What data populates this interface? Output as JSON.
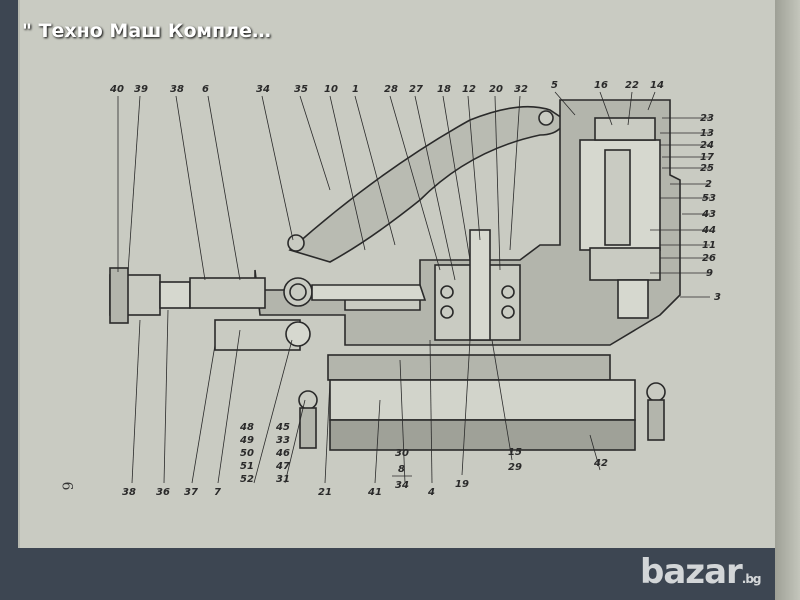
{
  "title": "\" Техно Маш Компле…",
  "page_number": "6",
  "watermark": {
    "main": "bazar",
    "suffix": ".bg"
  },
  "colors": {
    "paper": "#c9cbc2",
    "ink": "#2a2a2a",
    "background": "#3d4652"
  },
  "callouts_top": [
    "40",
    "39",
    "38",
    "6",
    "34",
    "35",
    "10",
    "1",
    "28",
    "27",
    "18",
    "12",
    "20",
    "32",
    "5",
    "16",
    "22",
    "14"
  ],
  "callouts_right": [
    "23",
    "13",
    "24",
    "17",
    "25",
    "2",
    "53",
    "43",
    "44",
    "11",
    "26",
    "9",
    "3"
  ],
  "callouts_bottom": [
    "38",
    "36",
    "37",
    "7",
    "21",
    "41",
    "4",
    "19",
    "15",
    "29",
    "42"
  ],
  "callouts_group_a": [
    "48",
    "49",
    "50",
    "51",
    "52"
  ],
  "callouts_group_b": [
    "45",
    "33",
    "46",
    "47",
    "31"
  ],
  "callouts_group_c": [
    "30",
    "8",
    "34"
  ]
}
